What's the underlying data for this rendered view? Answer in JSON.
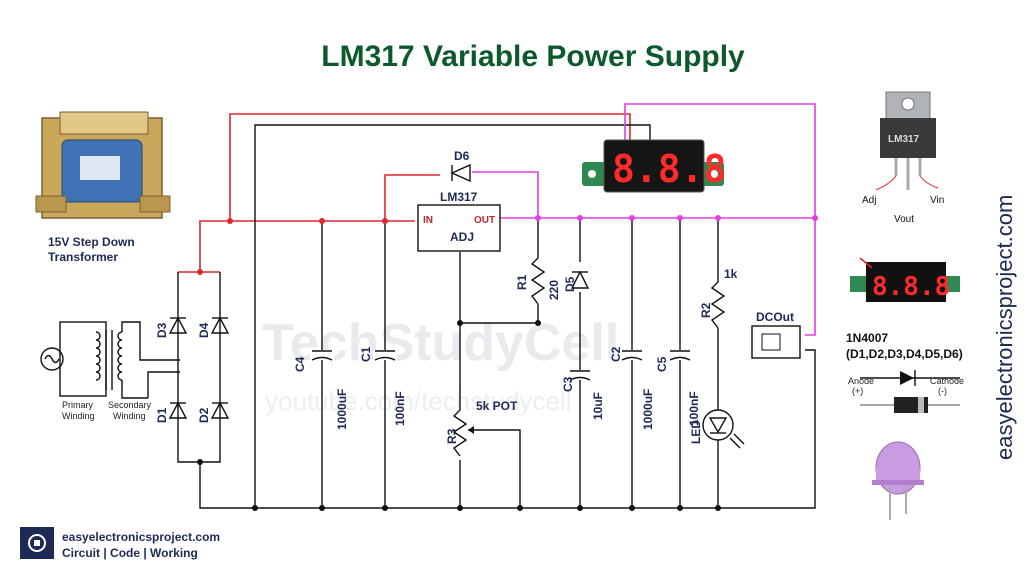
{
  "title": "LM317 Variable Power Supply",
  "transformer": {
    "caption_line1": "15V Step Down",
    "caption_line2": "Transformer"
  },
  "winding": {
    "primary_line1": "Primary",
    "primary_line2": "Winding",
    "secondary_line1": "Secondary",
    "secondary_line2": "Winding"
  },
  "regulator": {
    "name": "LM317",
    "pin_in": "IN",
    "pin_out": "OUT",
    "pin_adj": "ADJ"
  },
  "components": {
    "d1": "D1",
    "d2": "D2",
    "d3": "D3",
    "d4": "D4",
    "d5": "D5",
    "d6": "D6",
    "c4_name": "C4",
    "c4_value": "1000uF",
    "c1_name": "C1",
    "c1_value": "100nF",
    "r1_name": "R1",
    "r1_value": "220",
    "c3_name": "C3",
    "c3_value": "10uF",
    "c2_name": "C2",
    "c2_value": "1000uF",
    "c5_name": "C5",
    "c5_value": "100nF",
    "r2_name": "R2",
    "r2_value": "1k",
    "r3_name": "R3",
    "r3_value": "5k POT",
    "led_name": "LED",
    "dcout": "DCOut"
  },
  "voltmeter_display": "8.8.8",
  "ic_package": {
    "name": "LM317",
    "adj": "Adj",
    "vout": "Vout",
    "vin": "Vin"
  },
  "diode_info": {
    "line1": "1N4007",
    "line2": "(D1,D2,D3,D4,D5,D6)",
    "anode": "Anode",
    "anode_sign": "(+)",
    "cathode": "Cathode",
    "cathode_sign": "(-)"
  },
  "watermark": {
    "line1": "TechStudyCell",
    "line2": "youtube.com/techstudycell"
  },
  "side_text": "easyelectronicsproject.com",
  "brand": {
    "site": "easyelectronicsproject.com",
    "tagline": "Circuit | Code | Working"
  },
  "colors": {
    "title": "#0c5a2a",
    "label": "#1c2a55",
    "wire_red": "#e0262d",
    "wire_pink": "#e23fe0",
    "wire_black": "#111111",
    "segment": "#ff2b2b"
  }
}
